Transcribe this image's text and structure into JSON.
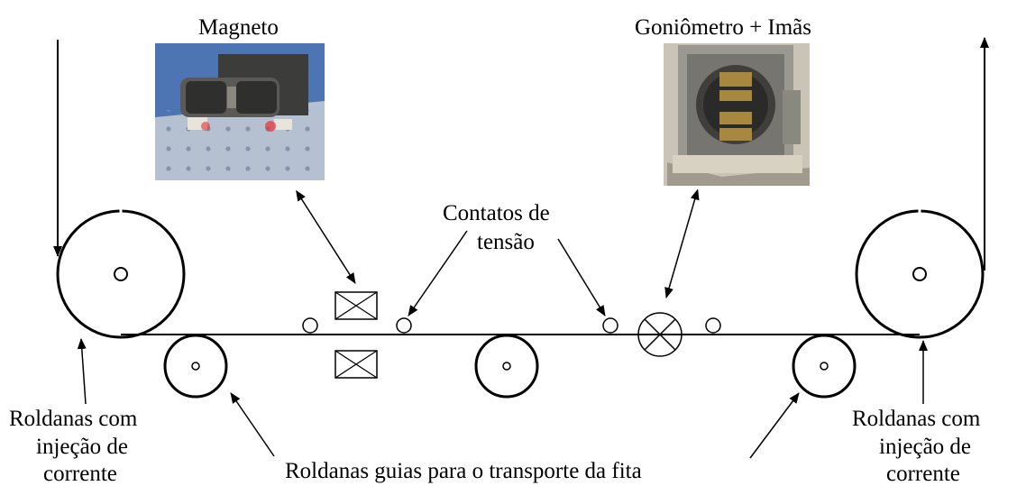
{
  "labels": {
    "magneto": "Magneto",
    "goniometro": "Goniômetro + Imãs",
    "contatos_line1": "Contatos de",
    "contatos_line2": "tensão",
    "roldanas_injecao_left_1": "Roldanas com",
    "roldanas_injecao_left_2": "injeção de",
    "roldanas_injecao_left_3": "corrente",
    "roldanas_injecao_right_1": "Roldanas com",
    "roldanas_injecao_right_2": "injeção de",
    "roldanas_injecao_right_3": "corrente",
    "roldanas_guias": "Roldanas guias para o transporte da fita"
  },
  "photos": {
    "magneto": "photo of the magnet (two coils on a perforated breadboard table)",
    "goniometro": "photo of the goniometer with magnets (square metal frame with circular window on a base)"
  },
  "colors": {
    "line": "#000000",
    "background": "#ffffff"
  }
}
